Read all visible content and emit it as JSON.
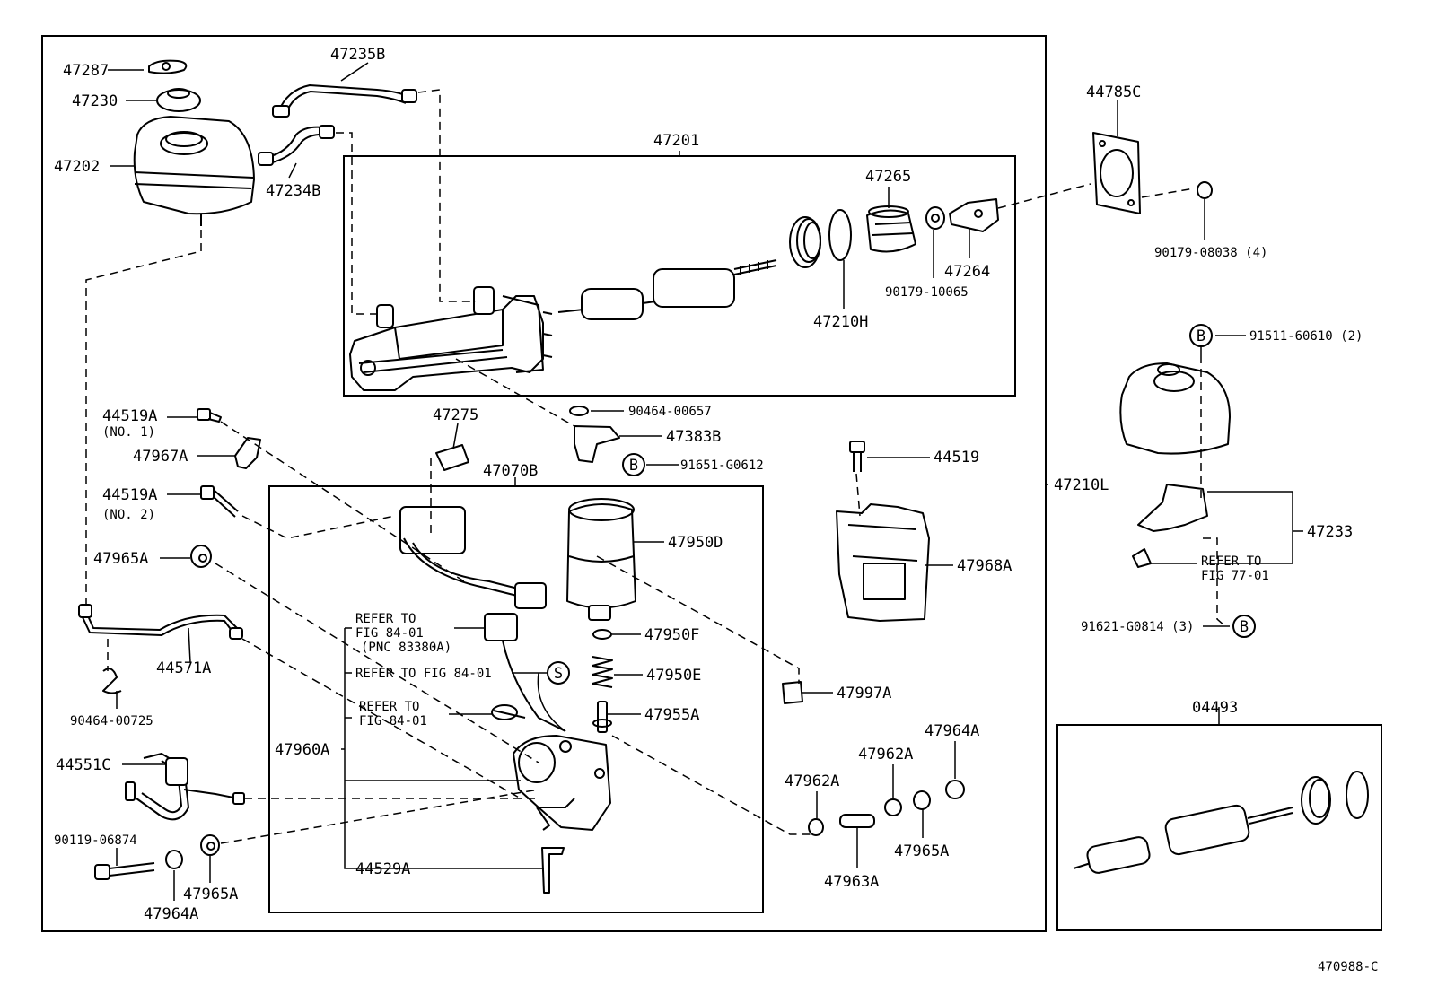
{
  "diagram": {
    "main_assembly": "47201",
    "outer_assembly": "47210L",
    "kit_assembly": "04493",
    "sub_assembly": "47070B",
    "drawing_number": "470988-C"
  },
  "parts": {
    "p47287": "47287",
    "p47230": "47230",
    "p47202": "47202",
    "p47235B": "47235B",
    "p47234B": "47234B",
    "p47265": "47265",
    "p47264": "47264",
    "p90179_10065": "90179-10065",
    "p47210H": "47210H",
    "p44785C": "44785C",
    "p90179_08038": "90179-08038 (4)",
    "p91511_60610": "91511-60610 (2)",
    "p44519A_1": "44519A",
    "p44519A_1_note": "(NO. 1)",
    "p47967A": "47967A",
    "p44519A_2": "44519A",
    "p44519A_2_note": "(NO. 2)",
    "p47965A_1": "47965A",
    "p47275": "47275",
    "p90464_00657": "90464-00657",
    "p47383B": "47383B",
    "p91651_G0612": "91651-G0612",
    "p44519": "44519",
    "p47950D": "47950D",
    "p47968A": "47968A",
    "p47233": "47233",
    "p44571A": "44571A",
    "p90464_00725": "90464-00725",
    "p47950F": "47950F",
    "p47950E": "47950E",
    "p47955A": "47955A",
    "p47997A": "47997A",
    "p91621_G0814": "91621-G0814 (3)",
    "p44551C": "44551C",
    "p47960A": "47960A",
    "p47962A_1": "47962A",
    "p47962A_2": "47962A",
    "p47964A_1": "47964A",
    "p47963A": "47963A",
    "p47965A_2": "47965A",
    "p90119_06874": "90119-06874",
    "p47965A_3": "47965A",
    "p47964A_2": "47964A",
    "p44529A": "44529A"
  },
  "refs": {
    "r1_line1": "REFER TO",
    "r1_line2": "FIG 84-01",
    "r1_line3": "(PNC 83380A)",
    "r2": "REFER TO FIG 84-01",
    "r3_line1": "REFER TO",
    "r3_line2": "FIG 84-01",
    "r4_line1": "REFER TO",
    "r4_line2": "FIG 77-01"
  },
  "markers": {
    "b": "B",
    "s": "S"
  }
}
